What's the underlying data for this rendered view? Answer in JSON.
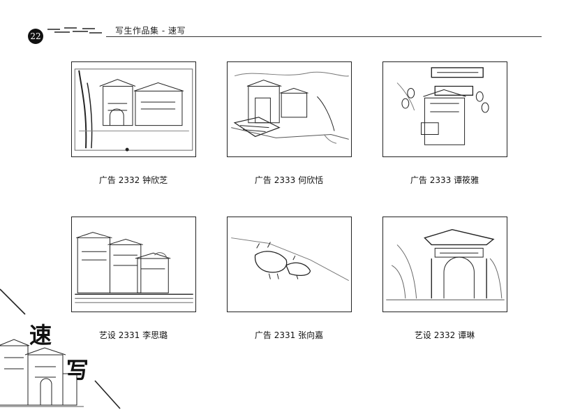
{
  "header": {
    "page_number": "22",
    "title": "写生作品集 - 速写"
  },
  "gallery": [
    {
      "caption": "广告 2332 钟欣芝",
      "subject": "village-buildings-sketch"
    },
    {
      "caption": "广告 2333 何欣恬",
      "subject": "village-street-sketch"
    },
    {
      "caption": "广告 2333 谭筱雅",
      "subject": "shopfront-signs-sketch"
    },
    {
      "caption": "艺设 2331 李思璐",
      "subject": "old-waterfront-houses-sketch"
    },
    {
      "caption": "广告 2331 张向嘉",
      "subject": "water-buffalo-sketch"
    },
    {
      "caption": "艺设 2332 谭琳",
      "subject": "archway-gate-sketch"
    }
  ],
  "decoration": {
    "corner_chars": [
      "速",
      "写"
    ]
  }
}
